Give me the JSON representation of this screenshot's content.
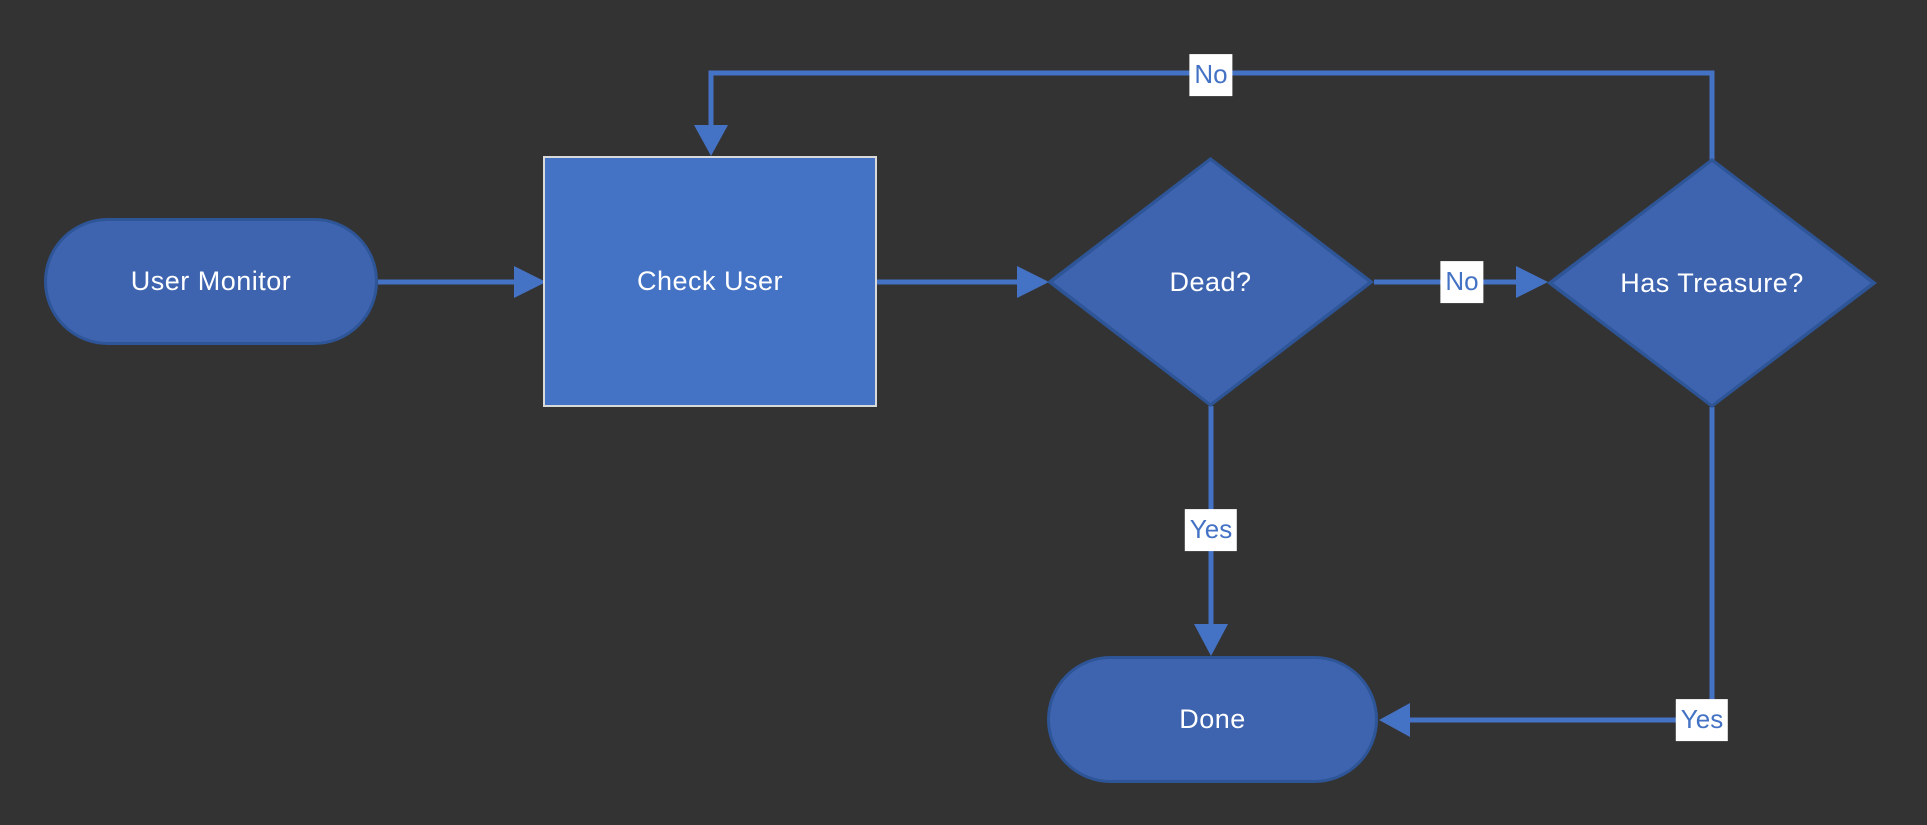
{
  "diagram": {
    "background_color": "#333333",
    "connector_color": "#4472c4",
    "shape_fill_color": "#3e64b0",
    "shape_border_color": "#2e5597",
    "process_fill_color": "#4472c4",
    "process_border_color": "#d9d9d9",
    "edge_label_bg_color": "#ffffff",
    "edge_label_text_color": "#4472c4",
    "nodes": {
      "user_monitor": {
        "label": "User Monitor"
      },
      "check_user": {
        "label": "Check User"
      },
      "dead": {
        "label": "Dead?"
      },
      "has_treasure": {
        "label": "Has Treasure?"
      },
      "done": {
        "label": "Done"
      }
    },
    "edge_labels": {
      "no_top": "No",
      "no_mid": "No",
      "yes_mid": "Yes",
      "yes_bottom": "Yes"
    }
  }
}
